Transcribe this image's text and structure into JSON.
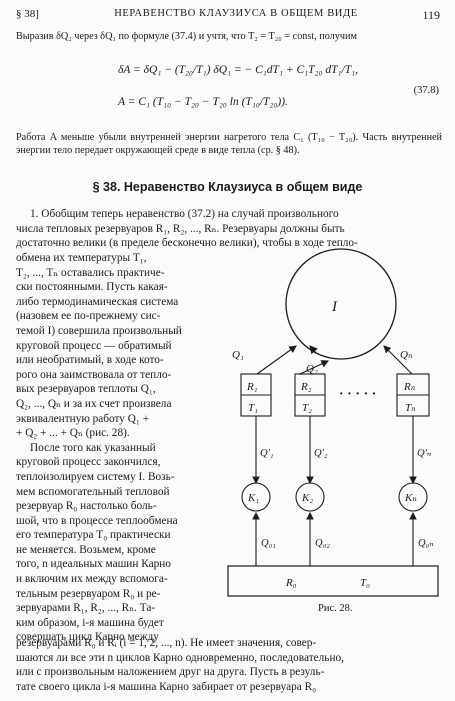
{
  "header": {
    "section": "§ 38]",
    "title": "НЕРАВЕНСТВО КЛАУЗИУСА В ОБЩЕМ ВИДЕ",
    "page": "119"
  },
  "intro": {
    "line": "Выразив δQ₂ через δQ₁ по формуле (37.4) и учтя, что T₂ = T₂₀ = const, получим",
    "eq1": "δA = δQ₁ − (T₂₀/T₁) δQ₁ = − C₁dT₁ + C₁T₂₀ dT₁/T₁,",
    "eq2": "A = C₁ (T₁₀ − T₂₀ − T₂₀ ln (T₁₀/T₂₀)).",
    "eqnum": "(37.8)",
    "note": "Работа A меньше убыли внутренней энергии нагретого тела C₁ (T₁₀ − T₂₀). Часть внутренней энергии тело передает окружающей среде в виде тепла (ср. § 48)."
  },
  "section_title": "§ 38. Неравенство Клаузиуса в общем виде",
  "para1": {
    "full": [
      "1. Обобщим теперь неравенство (37.2) на случай произвольного",
      "числа тепловых резервуаров R₁, R₂, ..., Rₙ. Резервуары должны быть",
      "достаточно велики (в пределе бесконечно велики), чтобы в ходе тепло-"
    ],
    "narrow": [
      "обмена их температуры T₁,",
      "T₂, ..., Tₙ оставались практиче-",
      "ски постоянными. Пусть какая-",
      "либо термодинамическая система",
      "(назовем ее по-прежнему сис-",
      "темой I) совершила произвольный",
      "круговой процесс — обратимый",
      "или необратимый, в ходе кото-",
      "рого она заимствовала от тепло-",
      "вых резервуаров теплоты Q₁,",
      "Q₂, ..., Qₙ и за их счет произвела",
      "эквивалентную работу Q₁ +",
      "+ Q₂ + ... + Qₙ (рис. 28)."
    ]
  },
  "para2": {
    "narrow": [
      "После того как указанный",
      "круговой процесс закончился,",
      "теплоизолируем систему I. Возь-",
      "мем вспомогательный тепловой",
      "резервуар R₀ настолько боль-",
      "шой, что в процессе теплообмена",
      "его температура T₀ практически",
      "не меняется. Возьмем, кроме",
      "того, n идеальных машин Карно",
      "и включим их между вспомога-",
      "тельным резервуаром R₀ и ре-",
      "зервуарами R₁, R₂, ..., Rₙ. Та-",
      "ким образом, i-я машина будет",
      "совершать цикл Карно между"
    ],
    "full": [
      "резервуарами R₀ и Rᵢ (i = 1, 2, ..., n). Не имеет значения, совер-",
      "шаются ли все эти n циклов Карно одновременно, последовательно,",
      "или с произвольным наложением друг на друга. Пусть в резуль-",
      "тате своего цикла i-я машина Карно забирает от резервуара R₀"
    ]
  },
  "figure": {
    "system_label": "I",
    "q1": "Q₁",
    "q2": "Q₂",
    "qn": "Qₙ",
    "r1_top": "R₁",
    "r1_bot": "T₁",
    "r2_top": "R₂",
    "r2_bot": "T₂",
    "rn_top": "Rₙ",
    "rn_bot": "Tₙ",
    "dots": "· · · · ·",
    "q1p": "Q′₁",
    "q2p": "Q′₂",
    "qnp": "Q′ₙ",
    "k1": "K₁",
    "k2": "K₂",
    "kn": "Kₙ",
    "q01": "Q₀₁",
    "q02": "Q₀₂",
    "q0n": "Q₀ₙ",
    "r0": "R₀",
    "t0": "T₀",
    "caption": "Рис. 28."
  }
}
